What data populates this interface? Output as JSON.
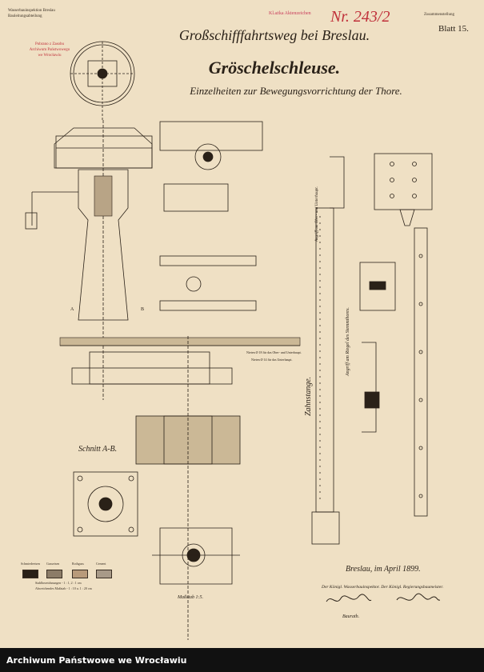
{
  "sheet": {
    "top_left_stamp": [
      "Wasserbauinspektion Breslau",
      "Bauleitungsabteilung"
    ],
    "red_stamp": [
      "Pobrano z Zasobu",
      "Archiwum Państwowego",
      "we Wrocławiu"
    ],
    "red_stamp_top": "Kl.ażka Aktenzeichen",
    "number": "Nr. 243/2",
    "blatt_top": "Zusammenstellung",
    "blatt": "Blatt 15.",
    "title_line1": "Großschifffahrtsweg bei Breslau.",
    "title_line2": "Gröschelschleuse.",
    "title_line3": "Einzelheiten zur Bewegungsvorrichtung der Thore.",
    "label_a": "A",
    "label_b": "B",
    "schnitt": "Schnitt A-B.",
    "zahnstange_label": "Zahnstange.",
    "anschluss_label": "Angriff am Ober- und Unterhaupt.",
    "angriff_label": "Angriff am Riegel des Stemmthores.",
    "note1": "Nieten Ø 18 für das Ober- und Unterhaupt.",
    "note2": "Nieten Ø 14 für das Unterhaupt.",
    "massstab": "Maßstab 1:5.",
    "date": "Breslau, im April 1899.",
    "authority": "Der Königl. Wasserbauinspektor. Der Königl. Regierungsbaumeister.",
    "baurath": "Baurath.",
    "legend": {
      "items": [
        "Schmiedeeisen",
        "Gusseisen",
        "Rothguss",
        "Cement"
      ],
      "line1": "Stahlbezeichnungen - 1 : 1, 2 : 1 cm",
      "line2": "Abweichendes Maßstab - 1 : 10 u. 1 : 20 cm"
    }
  },
  "footer": {
    "text": "Archiwum Państwowe we Wrocławiu"
  }
}
